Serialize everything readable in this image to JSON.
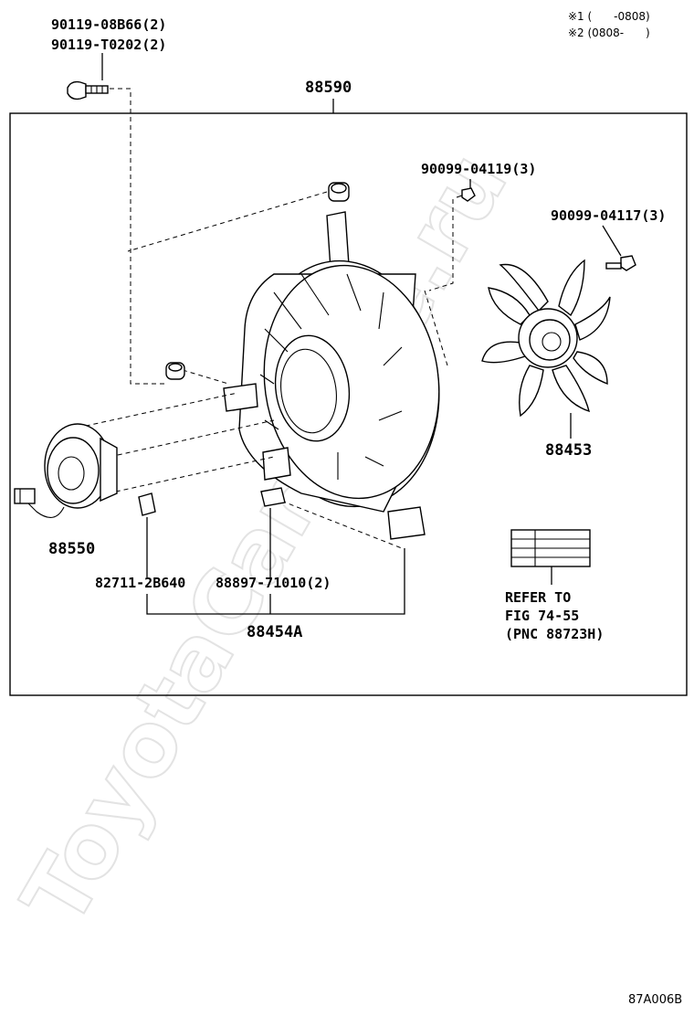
{
  "watermark": "ToyotaCarMine.ru",
  "notes": [
    "※1 (　　-0808)",
    "※2 (0808-　　)"
  ],
  "labels": {
    "bolt_a": "90119-08B66(2)",
    "bolt_b": "90119-T0202(2)",
    "shroud": "88590",
    "screw_a": "90099-04119(3)",
    "screw_b": "90099-04117(3)",
    "fan": "88453",
    "motor": "88550",
    "clip_a": "82711-2B640",
    "clip_b": "88897-71010(2)",
    "assembly": "88454A"
  },
  "refer": [
    "REFER TO",
    "FIG 74-55",
    "(PNC 88723H)"
  ],
  "figure_code": "87A006B"
}
